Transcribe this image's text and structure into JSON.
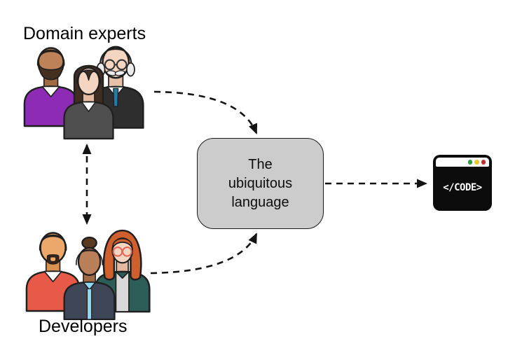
{
  "diagram_title": "",
  "domain_experts": {
    "label": "Domain experts",
    "people": [
      {
        "role": "man with beard",
        "skin": "#bd8257",
        "hair": "#45301f",
        "shirt": "#8d2bb5"
      },
      {
        "role": "woman with long dark hair",
        "skin": "#f4d5c2",
        "hair": "#3d2d22",
        "shirt": "#4e4e4e"
      },
      {
        "role": "older man with glasses and tie",
        "skin": "#f4d5c2",
        "hair": "#ececec",
        "shirt": "#2e2e2e",
        "tie": "#1d7fa8"
      }
    ]
  },
  "developers": {
    "label": "Developers",
    "people": [
      {
        "role": "man with goatee",
        "skin": "#eca76a",
        "hair": "#3a2317",
        "shirt": "#e85a48"
      },
      {
        "role": "woman with hair bun",
        "skin": "#b97f58",
        "hair": "#5a3a20",
        "shirt": "#3e4557",
        "collar": "#8ed9f2"
      },
      {
        "role": "woman with glasses",
        "skin": "#f4d5c2",
        "hair": "#cf5f2d",
        "shirt": "#2c5e57",
        "glasses": "#e4695a"
      }
    ]
  },
  "box": {
    "line1": "The",
    "line2": "ubiquitous",
    "line3": "language",
    "fill": "#cccccc",
    "border_color": "#1a1a1a"
  },
  "code_window": {
    "text": "</CODE>",
    "bg": "#0c0c0c",
    "titlebar_bg": "#ffffff",
    "dot_colors": {
      "green": "#2f9e41",
      "yellow": "#e8c92f",
      "red": "#c62f2f"
    }
  },
  "arrows": {
    "color": "#141414",
    "style": "dashed",
    "connections": [
      {
        "from": "domain-experts",
        "to": "ubiquitous-language-box",
        "bidirectional": false
      },
      {
        "from": "developers",
        "to": "ubiquitous-language-box",
        "bidirectional": false
      },
      {
        "from": "ubiquitous-language-box",
        "to": "code-window",
        "bidirectional": false
      },
      {
        "from": "domain-experts",
        "to": "developers",
        "bidirectional": true
      }
    ]
  }
}
